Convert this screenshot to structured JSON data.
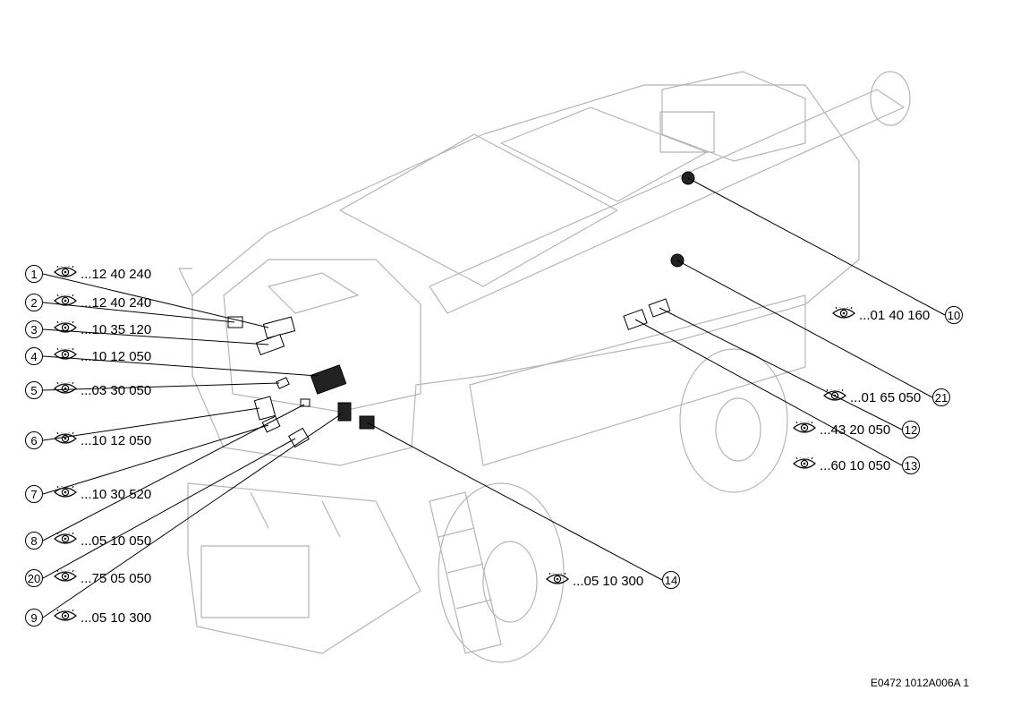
{
  "figure_code": "E0472 1012A006A 1",
  "callouts": [
    {
      "num": "1",
      "code": "...12 40 240"
    },
    {
      "num": "2",
      "code": "...12 40 240"
    },
    {
      "num": "3",
      "code": "...10 35 120"
    },
    {
      "num": "4",
      "code": "...10 12 050"
    },
    {
      "num": "5",
      "code": "...03 30 050"
    },
    {
      "num": "6",
      "code": "...10 12 050"
    },
    {
      "num": "7",
      "code": "...10 30 520"
    },
    {
      "num": "8",
      "code": "...05 10 050"
    },
    {
      "num": "20",
      "code": "...75 05 050"
    },
    {
      "num": "9",
      "code": "...05 10 300"
    },
    {
      "num": "10",
      "code": "...01 40 160"
    },
    {
      "num": "21",
      "code": "...01 65 050"
    },
    {
      "num": "12",
      "code": "...43 20 050"
    },
    {
      "num": "13",
      "code": "...60 10 050"
    },
    {
      "num": "14",
      "code": "...05 10 300"
    }
  ]
}
